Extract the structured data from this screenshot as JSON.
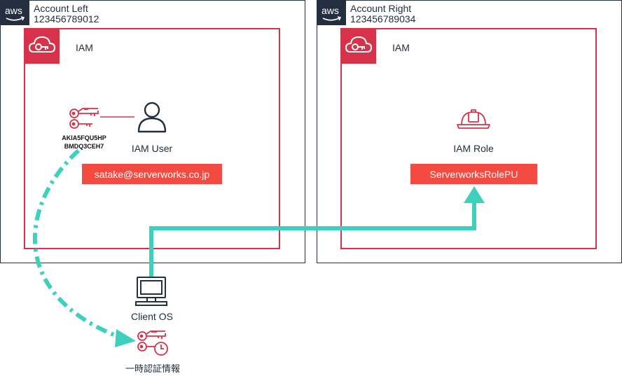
{
  "accounts": {
    "left": {
      "name": "Account Left",
      "id": "123456789012",
      "badge": "aws"
    },
    "right": {
      "name": "Account Right",
      "id": "123456789034",
      "badge": "aws"
    }
  },
  "iam": {
    "left_label": "IAM",
    "right_label": "IAM"
  },
  "user": {
    "access_key_line1": "AKIA5FQU5HP",
    "access_key_line2": "BMDQ3CEH7",
    "label": "IAM User",
    "email": "satake@serverworks.co.jp"
  },
  "role": {
    "label": "IAM Role",
    "name": "ServerworksRolePU"
  },
  "client": {
    "label": "Client OS"
  },
  "temp_credentials": {
    "label": "一時認証情報"
  },
  "colors": {
    "iam_red": "#d6334b",
    "tag_red": "#f34b41",
    "aws_dark": "#232f3e",
    "arrow_teal": "#3dd1bd"
  },
  "icons": {
    "aws_logo": "aws-logo-icon",
    "iam_service": "iam-cloud-key-icon",
    "access_key": "keys-icon",
    "user": "user-icon",
    "role": "hard-hat-icon",
    "client": "computer-icon",
    "temp_key": "keys-clock-icon"
  }
}
